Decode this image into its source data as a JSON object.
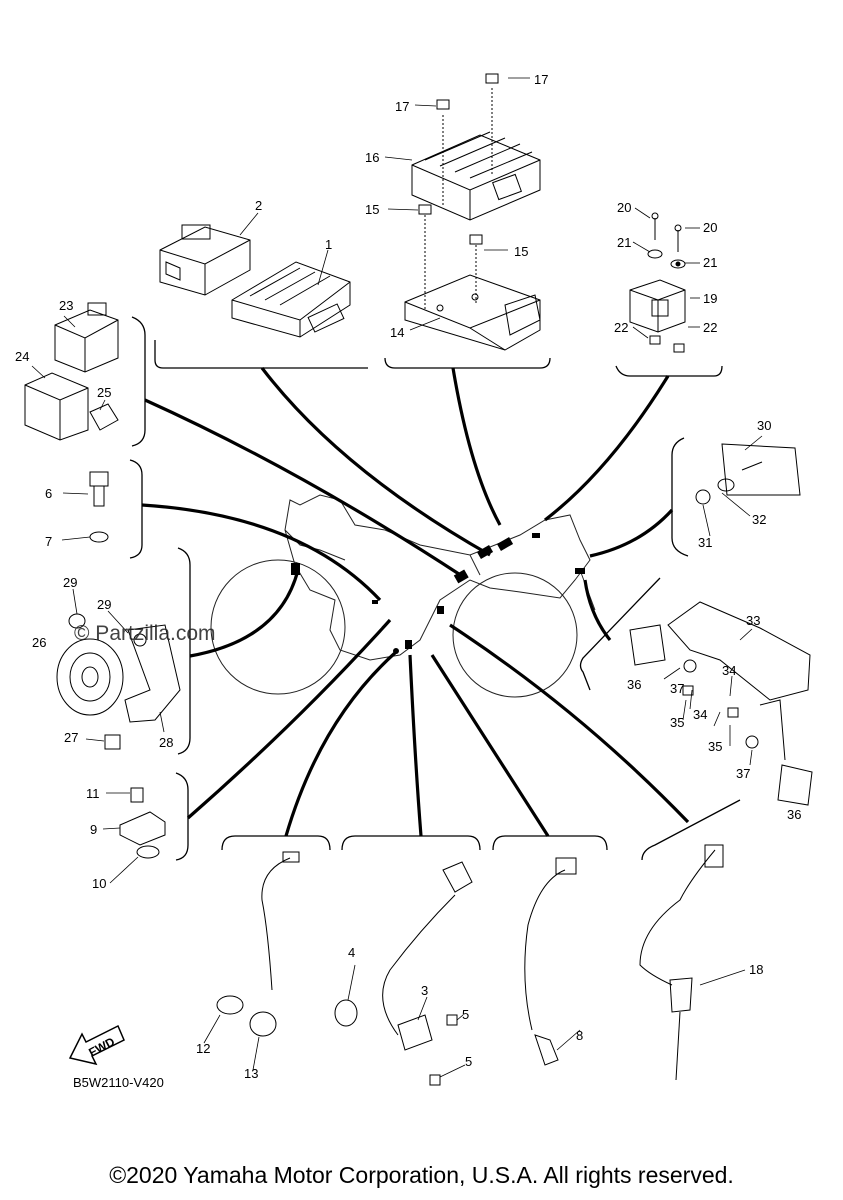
{
  "diagram": {
    "code": "B5W2110-V420",
    "copyright": "©2020 Yamaha Motor Corporation, U.S.A. All rights reserved.",
    "watermark": "© Partzilla.com",
    "fwd_label": "FWD"
  },
  "callouts": [
    {
      "id": "c17a",
      "text": "17"
    },
    {
      "id": "c17b",
      "text": "17"
    },
    {
      "id": "c16",
      "text": "16"
    },
    {
      "id": "c15a",
      "text": "15"
    },
    {
      "id": "c15b",
      "text": "15"
    },
    {
      "id": "c14",
      "text": "14"
    },
    {
      "id": "c2",
      "text": "2"
    },
    {
      "id": "c1",
      "text": "1"
    },
    {
      "id": "c20a",
      "text": "20"
    },
    {
      "id": "c20b",
      "text": "20"
    },
    {
      "id": "c21a",
      "text": "21"
    },
    {
      "id": "c21b",
      "text": "21"
    },
    {
      "id": "c19",
      "text": "19"
    },
    {
      "id": "c22a",
      "text": "22"
    },
    {
      "id": "c22b",
      "text": "22"
    },
    {
      "id": "c23",
      "text": "23"
    },
    {
      "id": "c24",
      "text": "24"
    },
    {
      "id": "c25",
      "text": "25"
    },
    {
      "id": "c6",
      "text": "6"
    },
    {
      "id": "c7",
      "text": "7"
    },
    {
      "id": "c29a",
      "text": "29"
    },
    {
      "id": "c29b",
      "text": "29"
    },
    {
      "id": "c26",
      "text": "26"
    },
    {
      "id": "c27",
      "text": "27"
    },
    {
      "id": "c28",
      "text": "28"
    },
    {
      "id": "c11",
      "text": "11"
    },
    {
      "id": "c9",
      "text": "9"
    },
    {
      "id": "c10",
      "text": "10"
    },
    {
      "id": "c30",
      "text": "30"
    },
    {
      "id": "c32",
      "text": "32"
    },
    {
      "id": "c31",
      "text": "31"
    },
    {
      "id": "c33",
      "text": "33"
    },
    {
      "id": "c36a",
      "text": "36"
    },
    {
      "id": "c37a",
      "text": "37"
    },
    {
      "id": "c34a",
      "text": "34"
    },
    {
      "id": "c34b",
      "text": "34"
    },
    {
      "id": "c35a",
      "text": "35"
    },
    {
      "id": "c35b",
      "text": "35"
    },
    {
      "id": "c37b",
      "text": "37"
    },
    {
      "id": "c36b",
      "text": "36"
    },
    {
      "id": "c4",
      "text": "4"
    },
    {
      "id": "c3",
      "text": "3"
    },
    {
      "id": "c5a",
      "text": "5"
    },
    {
      "id": "c5b",
      "text": "5"
    },
    {
      "id": "c12",
      "text": "12"
    },
    {
      "id": "c13",
      "text": "13"
    },
    {
      "id": "c8",
      "text": "8"
    },
    {
      "id": "c18",
      "text": "18"
    }
  ]
}
